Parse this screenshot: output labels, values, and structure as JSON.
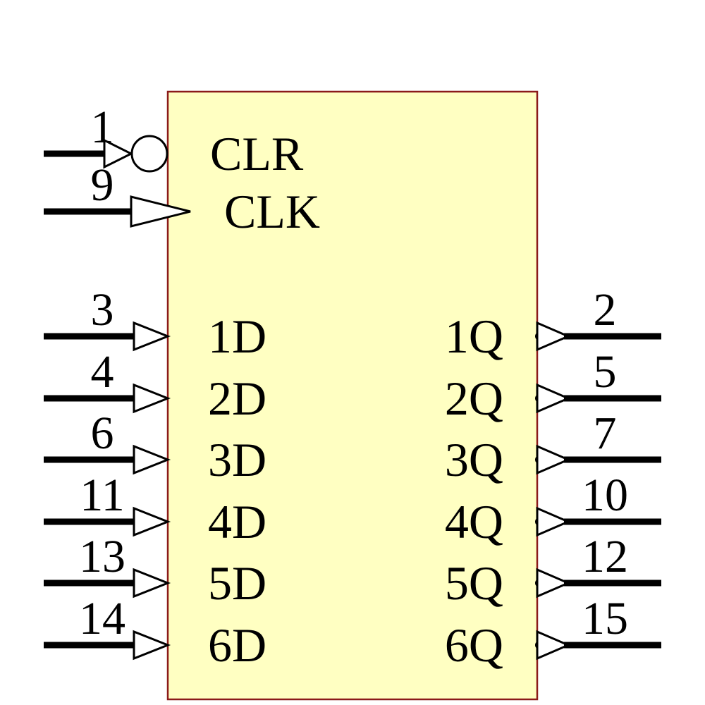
{
  "component": {
    "kind_label": "hex D-type flip-flop schematic symbol",
    "colors": {
      "body_fill": "#FFFFC2",
      "body_border": "#8B1A1A",
      "wire": "#000000",
      "arrow_fill": "#FFFFFF"
    },
    "pins": {
      "left": [
        {
          "number": "1",
          "label": "CLR"
        },
        {
          "number": "9",
          "label": "CLK"
        },
        {
          "number": "3",
          "label": "1D"
        },
        {
          "number": "4",
          "label": "2D"
        },
        {
          "number": "6",
          "label": "3D"
        },
        {
          "number": "11",
          "label": "4D"
        },
        {
          "number": "13",
          "label": "5D"
        },
        {
          "number": "14",
          "label": "6D"
        }
      ],
      "right": [
        {
          "number": "2",
          "label": "1Q"
        },
        {
          "number": "5",
          "label": "2Q"
        },
        {
          "number": "7",
          "label": "3Q"
        },
        {
          "number": "10",
          "label": "4Q"
        },
        {
          "number": "12",
          "label": "5Q"
        },
        {
          "number": "15",
          "label": "6Q"
        }
      ]
    }
  }
}
